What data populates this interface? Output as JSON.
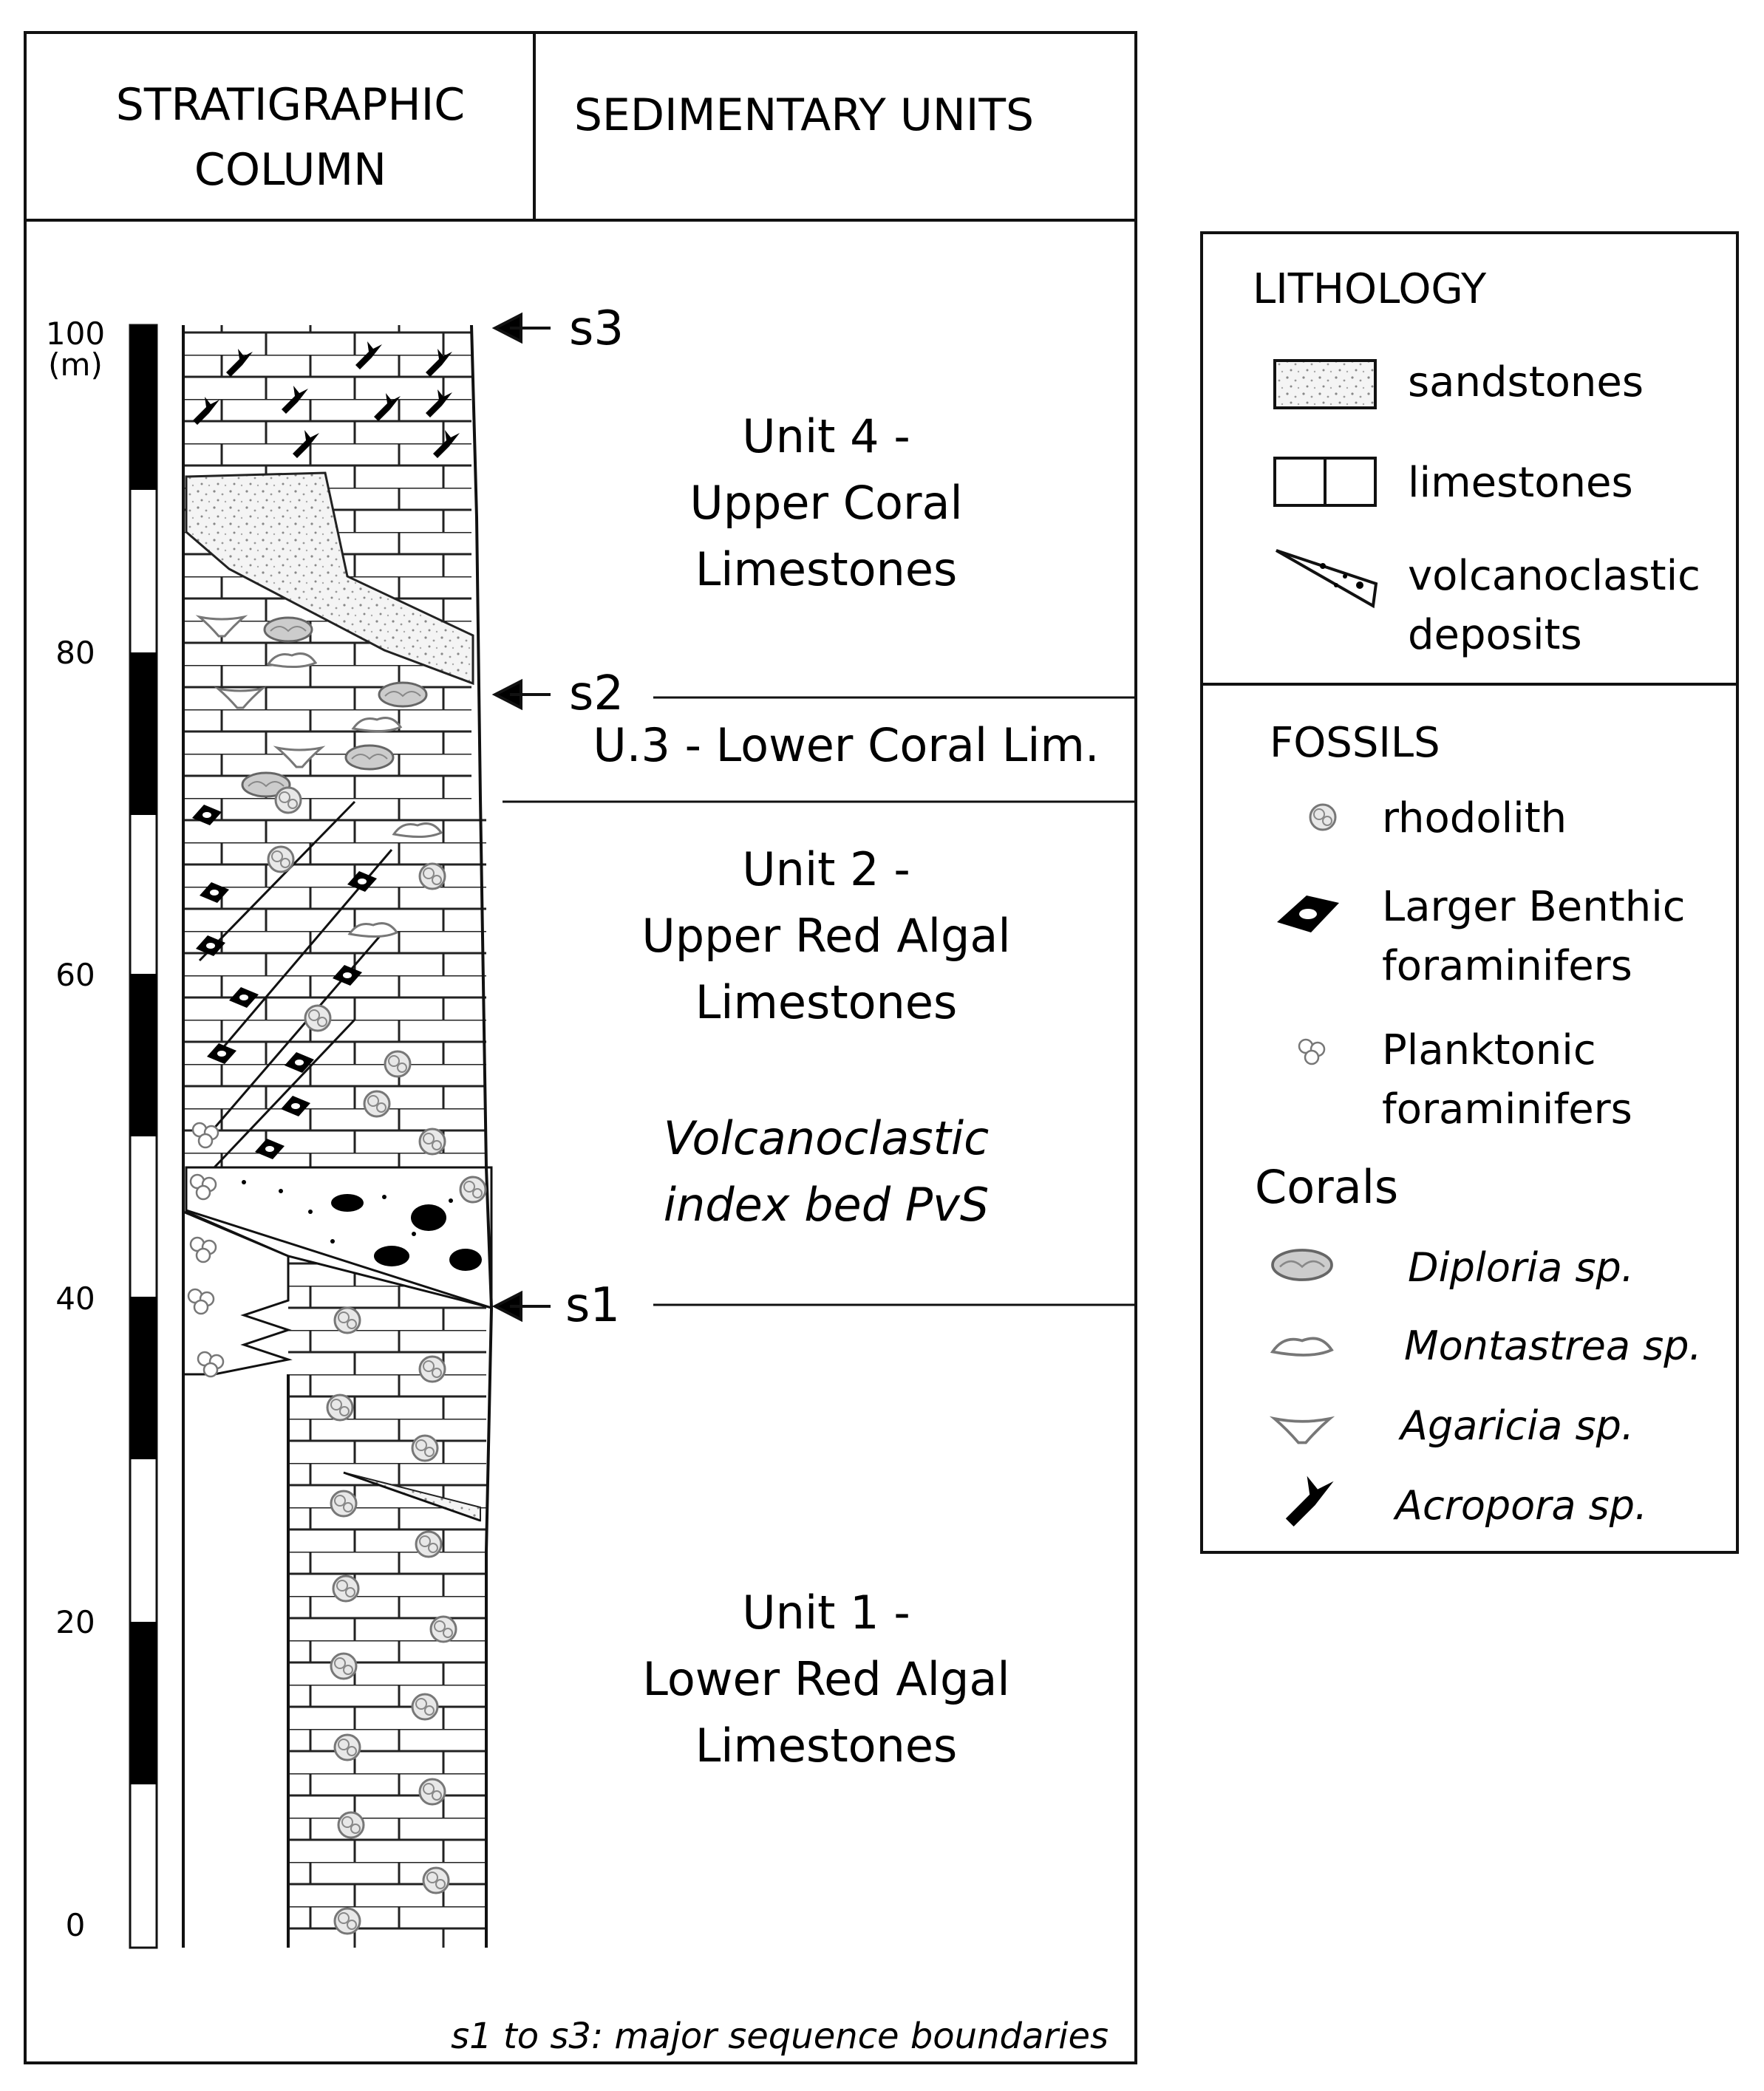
{
  "header": {
    "col1_line1": "STRATIGRAPHIC",
    "col1_line2": "COLUMN",
    "col2": "SEDIMENTARY UNITS"
  },
  "scale": {
    "ticks": [
      "100",
      "80",
      "60",
      "40",
      "20",
      "0"
    ],
    "unit": "(m)"
  },
  "boundaries": {
    "s3": "s3",
    "s2": "s2",
    "s1": "s1"
  },
  "units": {
    "u4": [
      "Unit 4 -",
      "Upper Coral",
      "Limestones"
    ],
    "u3": "U.3 - Lower Coral Lim.",
    "u2": [
      "Unit 2 -",
      "Upper Red Algal",
      "Limestones"
    ],
    "pvs": [
      "Volcanoclastic",
      "index bed PvS"
    ],
    "u1": [
      "Unit 1 -",
      "Lower Red Algal",
      "Limestones"
    ]
  },
  "note": "s1 to s3: major sequence boundaries",
  "legend": {
    "lithology": {
      "title": "LITHOLOGY",
      "sandstones": "sandstones",
      "limestones": "limestones",
      "volcano1": "volcanoclastic",
      "volcano2": "deposits"
    },
    "fossils": {
      "title": "FOSSILS",
      "rhodolith": "rhodolith",
      "lbf1": "Larger Benthic",
      "lbf2": "foraminifers",
      "pf1": "Planktonic",
      "pf2": "foraminifers"
    },
    "corals": {
      "title": "Corals",
      "diploria": "Diploria sp.",
      "montastrea": "Montastrea sp.",
      "agaricia": "Agaricia sp.",
      "acropora": "Acropora sp."
    }
  }
}
